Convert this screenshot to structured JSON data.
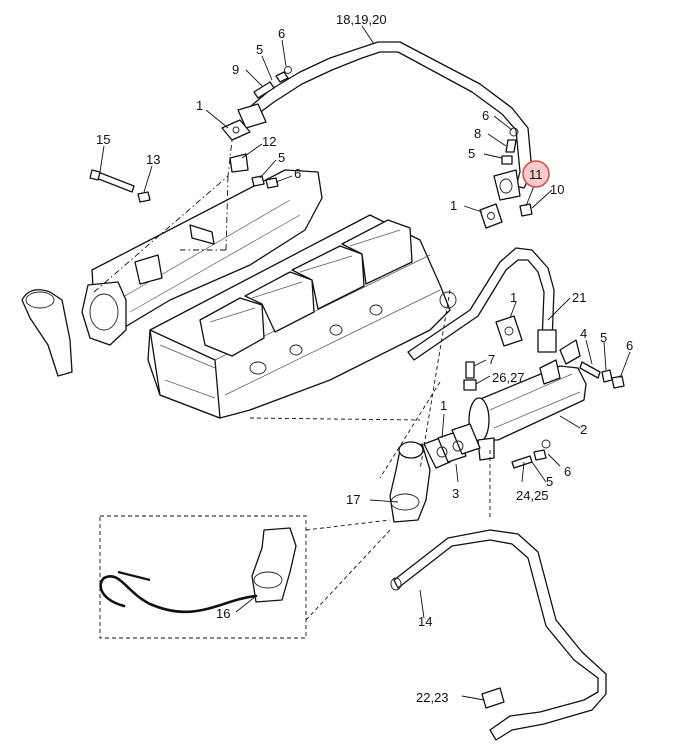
{
  "callouts": {
    "c18_19_20": "18,19,20",
    "c6a": "6",
    "c5a": "5",
    "c9": "9",
    "c1a": "1",
    "c12": "12",
    "c5b": "5",
    "c6b": "6",
    "c15": "15",
    "c13": "13",
    "c6c": "6",
    "c8": "8",
    "c5c": "5",
    "c11": "11",
    "c10": "10",
    "c1b": "1",
    "c1c": "1",
    "c21": "21",
    "c4": "4",
    "c5d": "5",
    "c6d": "6",
    "c7": "7",
    "c26_27": "26,27",
    "c1d": "1",
    "c2": "2",
    "c3": "3",
    "c6e": "6",
    "c5e": "5",
    "c24_25": "24,25",
    "c17": "17",
    "c16": "16",
    "c14": "14",
    "c22_23": "22,23"
  },
  "highlight": {
    "callout": "c11",
    "color": "#f6caca",
    "border": "#d04848"
  }
}
